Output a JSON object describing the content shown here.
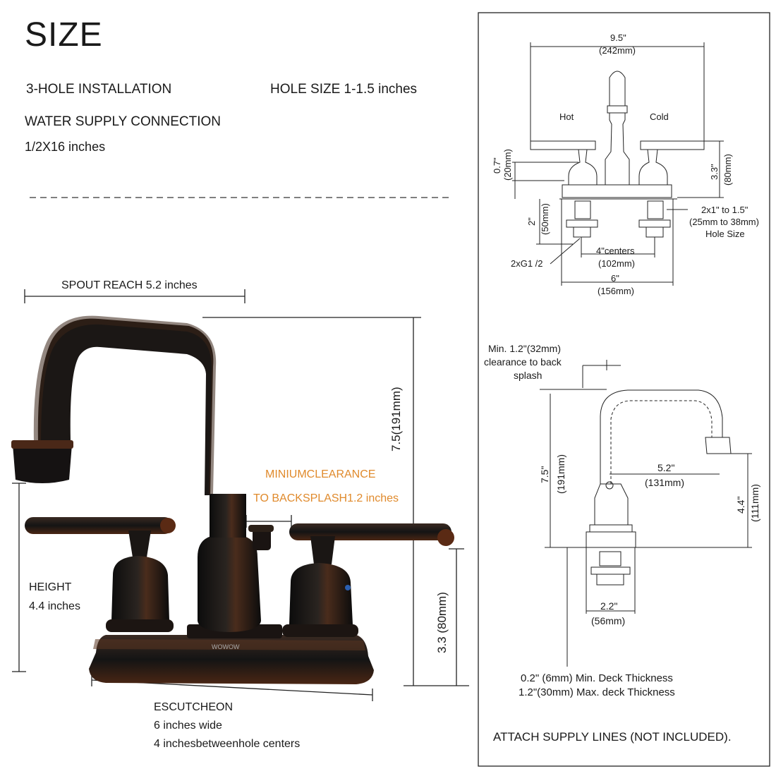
{
  "title": "SIZE",
  "specs": {
    "installation": "3-HOLE INSTALLATION",
    "hole_size": "HOLE SIZE 1-1.5 inches",
    "water_supply": "WATER SUPPLY CONNECTION",
    "water_supply_size": "1/2X16 inches"
  },
  "photo": {
    "spout_reach": "SPOUT REACH 5.2 inches",
    "height_total": "7.5(191mm)",
    "clearance_line1": "MINIUMCLEARANCE",
    "clearance_line2": "TO BACKSPLASH1.2 inches",
    "height_label": "HEIGHT",
    "height_value": "4.4 inches",
    "deck_height": "3.3 (80mm)",
    "escutcheon": "ESCUTCHEON",
    "esc_width": "6 inches wide",
    "esc_centers": "4 inchesbetweenhole centers",
    "brand": "WOWOW",
    "finish_color": "#141414",
    "accent_color": "#6b2a12"
  },
  "top_view": {
    "width_in": "9.5\"",
    "width_mm": "(242mm)",
    "hot": "Hot",
    "cold": "Cold",
    "h07_in": "0.7\"",
    "h07_mm": "(20mm)",
    "h33_in": "3.3\"",
    "h33_mm": "(80mm)",
    "h2_in": "2\"",
    "h2_mm": "(50mm)",
    "hole_line1": "2x1\" to 1.5\"",
    "hole_line2": "(25mm to 38mm)",
    "hole_line3": "Hole Size",
    "thread": "2xG1 /2",
    "centers_in": "4\"centers",
    "centers_mm": "(102mm)",
    "w6_in": "6\"",
    "w6_mm": "(156mm)"
  },
  "side_view": {
    "clear_line1": "Min. 1.2\"(32mm)",
    "clear_line2": "clearance to back",
    "clear_line3": "splash",
    "h75_in": "7.5\"",
    "h75_mm": "(191mm)",
    "reach_in": "5.2\"",
    "reach_mm": "(131mm)",
    "h44_in": "4.4\"",
    "h44_mm": "(111mm)",
    "base_in": "2.2\"",
    "base_mm": "(56mm)",
    "deck_min": "0.2\" (6mm) Min. Deck Thickness",
    "deck_max": "1.2\"(30mm) Max. deck Thickness"
  },
  "note": "ATTACH SUPPLY LINES (NOT INCLUDED)."
}
